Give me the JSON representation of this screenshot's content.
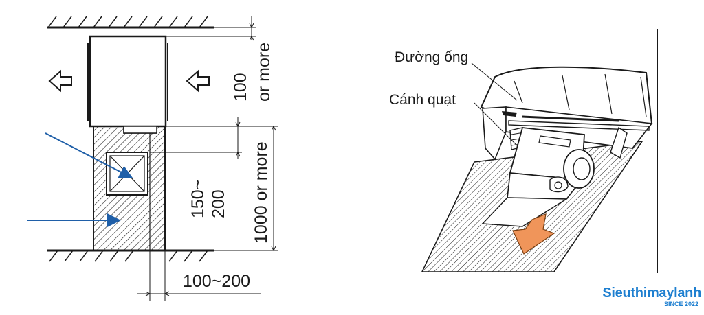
{
  "left_diagram": {
    "dim_top_clearance_value": "100",
    "dim_top_clearance_suffix": "or more",
    "dim_height_range_a": "150~",
    "dim_height_range_b": "200",
    "dim_total_clearance": "1000 or more",
    "dim_side_gap": "100~200"
  },
  "right_diagram": {
    "label_pipe": "Đường ống",
    "label_fan": "Cánh quạt"
  },
  "watermark": {
    "brand": "Sieuthimaylanh",
    "tagline": "SINCE 2022"
  },
  "colors": {
    "line": "#1a1a1a",
    "pointer_arrow": "#1f5fa8",
    "airflow_arrow": "#f0955a",
    "brand": "#1e7fd0"
  }
}
